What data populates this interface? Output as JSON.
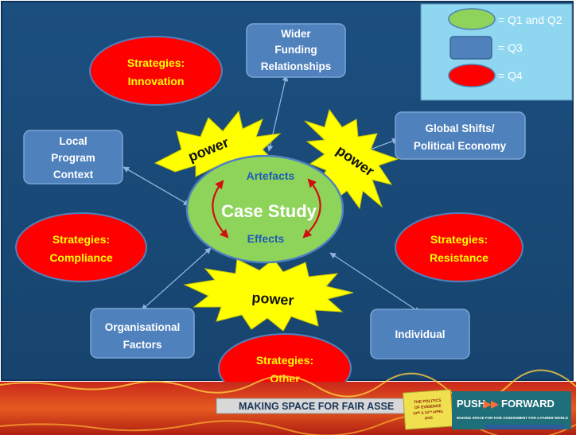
{
  "legend": {
    "items": [
      {
        "shape": "ellipse",
        "color": "#8fd45a",
        "label": "= Q1 and Q2"
      },
      {
        "shape": "rect",
        "color": "#4f81bd",
        "label": "= Q3"
      },
      {
        "shape": "ellipse",
        "color": "#ff0000",
        "label": "= Q4"
      }
    ]
  },
  "center": {
    "title": "Case Study",
    "top_label": "Artefacts",
    "bottom_label": "Effects"
  },
  "boxes": {
    "wider_funding": [
      "Wider",
      "Funding",
      "Relationships"
    ],
    "global_shifts": [
      "Global Shifts/",
      "Political Economy"
    ],
    "local_program": [
      "Local",
      "Program",
      "Context"
    ],
    "organisational": [
      "Organisational",
      "Factors"
    ],
    "individual": [
      "Individual"
    ]
  },
  "strategies": {
    "innovation": [
      "Strategies:",
      "Innovation"
    ],
    "compliance": [
      "Strategies:",
      "Compliance"
    ],
    "resistance": [
      "Strategies:",
      "Resistance"
    ],
    "other": [
      "Strategies:",
      "Other"
    ]
  },
  "power_bursts": [
    "power",
    "power",
    "power"
  ],
  "banner": {
    "text": "MAKING SPACE FOR FAIR ASSE",
    "brand": "PUSH",
    "brand2": "FORWARD",
    "tagline": "MAKING SPACE FOR FAIR ASSESSMENT FOR A FAIRER WORLD",
    "poster": [
      "THE POLITICS",
      "OF EVIDENCE",
      "23ᴿᴰ & 24ᵀᴴ APRIL",
      "2015"
    ]
  },
  "colors": {
    "background": "#1b4b78",
    "box_fill": "#4f81bd",
    "strategy_fill": "#ff0000",
    "strategy_text": "#ffff00",
    "center_fill": "#8fd45a",
    "burst_fill": "#ffff00",
    "legend_bg": "#8fd7f0"
  }
}
